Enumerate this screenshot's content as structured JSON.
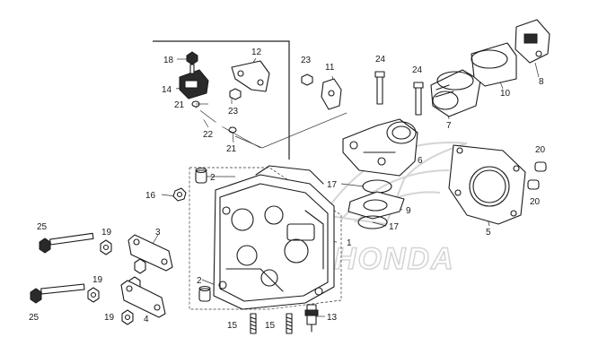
{
  "watermark": {
    "brand_text": "HONDA"
  },
  "callouts": [
    {
      "id": "c1",
      "text": "1"
    },
    {
      "id": "c2a",
      "text": "2"
    },
    {
      "id": "c2b",
      "text": "2"
    },
    {
      "id": "c3",
      "text": "3"
    },
    {
      "id": "c4",
      "text": "4"
    },
    {
      "id": "c5",
      "text": "5"
    },
    {
      "id": "c6",
      "text": "6"
    },
    {
      "id": "c7",
      "text": "7"
    },
    {
      "id": "c8",
      "text": "8"
    },
    {
      "id": "c9",
      "text": "9"
    },
    {
      "id": "c10",
      "text": "10"
    },
    {
      "id": "c11",
      "text": "11"
    },
    {
      "id": "c12",
      "text": "12"
    },
    {
      "id": "c13",
      "text": "13"
    },
    {
      "id": "c14",
      "text": "14"
    },
    {
      "id": "c15a",
      "text": "15"
    },
    {
      "id": "c15b",
      "text": "15"
    },
    {
      "id": "c16",
      "text": "16"
    },
    {
      "id": "c17a",
      "text": "17"
    },
    {
      "id": "c17b",
      "text": "17"
    },
    {
      "id": "c18",
      "text": "18"
    },
    {
      "id": "c19a",
      "text": "19"
    },
    {
      "id": "c19b",
      "text": "19"
    },
    {
      "id": "c19c",
      "text": "19"
    },
    {
      "id": "c20a",
      "text": "20"
    },
    {
      "id": "c20b",
      "text": "20"
    },
    {
      "id": "c21a",
      "text": "21"
    },
    {
      "id": "c21b",
      "text": "21"
    },
    {
      "id": "c22",
      "text": "22"
    },
    {
      "id": "c23a",
      "text": "23"
    },
    {
      "id": "c23b",
      "text": "23"
    },
    {
      "id": "c24a",
      "text": "24"
    },
    {
      "id": "c24b",
      "text": "24"
    },
    {
      "id": "c25a",
      "text": "25"
    },
    {
      "id": "c25b",
      "text": "25"
    }
  ]
}
